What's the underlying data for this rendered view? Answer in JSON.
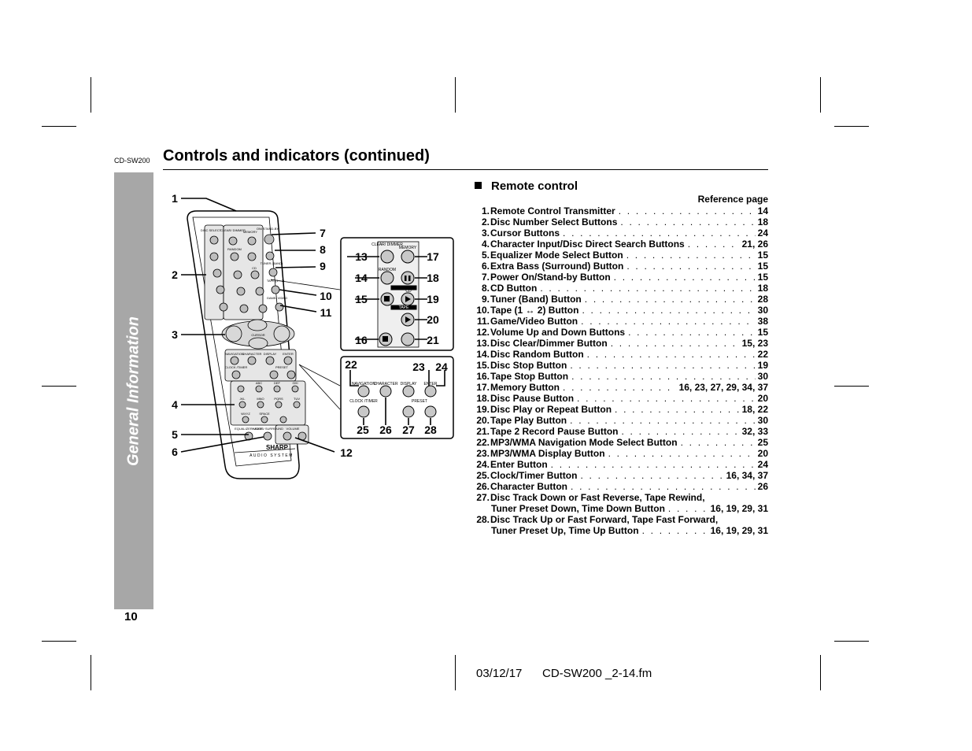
{
  "header": {
    "model": "CD-SW200",
    "title": "Controls and indicators (continued)"
  },
  "side_tab": {
    "label": "General Information"
  },
  "page_number": "10",
  "footer": {
    "date": "03/12/17",
    "file": "CD-SW200 _2-14.fm"
  },
  "section": {
    "heading": "Remote control",
    "ref_header": "Reference page"
  },
  "controls": [
    {
      "n": "1.",
      "name": "Remote Control Transmitter",
      "ref": "14"
    },
    {
      "n": "2.",
      "name": "Disc Number Select Buttons",
      "ref": "18"
    },
    {
      "n": "3.",
      "name": "Cursor Buttons",
      "ref": "24"
    },
    {
      "n": "4.",
      "name": "Character Input/Disc Direct Search Buttons",
      "ref": "21, 26"
    },
    {
      "n": "5.",
      "name": "Equalizer Mode Select Button",
      "ref": "15"
    },
    {
      "n": "6.",
      "name": "Extra Bass (Surround) Button",
      "ref": "15"
    },
    {
      "n": "7.",
      "name": "Power On/Stand-by Button",
      "ref": "15"
    },
    {
      "n": "8.",
      "name": "CD Button",
      "ref": "18"
    },
    {
      "n": "9.",
      "name": "Tuner (Band) Button",
      "ref": "28"
    },
    {
      "n": "10.",
      "name": "Tape (1 ↔ 2) Button",
      "ref": "30"
    },
    {
      "n": "11.",
      "name": "Game/Video Button",
      "ref": "38"
    },
    {
      "n": "12.",
      "name": "Volume Up and Down Buttons",
      "ref": "15"
    },
    {
      "n": "13.",
      "name": "Disc Clear/Dimmer Button",
      "ref": "15, 23"
    },
    {
      "n": "14.",
      "name": "Disc Random Button",
      "ref": "22"
    },
    {
      "n": "15.",
      "name": "Disc Stop Button",
      "ref": "19"
    },
    {
      "n": "16.",
      "name": "Tape Stop Button",
      "ref": "30"
    },
    {
      "n": "17.",
      "name": "Memory Button",
      "ref": "16, 23, 27, 29, 34, 37"
    },
    {
      "n": "18.",
      "name": "Disc Pause Button",
      "ref": "20"
    },
    {
      "n": "19.",
      "name": "Disc Play or Repeat Button",
      "ref": "18, 22"
    },
    {
      "n": "20.",
      "name": "Tape Play Button",
      "ref": "30"
    },
    {
      "n": "21.",
      "name": "Tape 2 Record Pause Button",
      "ref": "32, 33"
    },
    {
      "n": "22.",
      "name": "MP3/WMA Navigation Mode Select Button",
      "ref": "25"
    },
    {
      "n": "23.",
      "name": "MP3/WMA Display Button",
      "ref": "20"
    },
    {
      "n": "24.",
      "name": "Enter Button",
      "ref": "24"
    },
    {
      "n": "25.",
      "name": "Clock/Timer Button",
      "ref": "16, 34, 37"
    },
    {
      "n": "26.",
      "name": "Character Button",
      "ref": "26"
    },
    {
      "n": "27.",
      "name": "Disc Track Down or Fast Reverse, Tape Rewind,",
      "cont": "Tuner Preset Down, Time Down Button",
      "ref": "16, 19, 29, 31"
    },
    {
      "n": "28.",
      "name": "Disc Track Up or Fast Forward, Tape Fast Forward,",
      "cont": "Tuner Preset Up, Time Up Button",
      "ref": "16, 19, 29, 31"
    }
  ],
  "diagram": {
    "brand": "SHARP",
    "sub_brand": "AUDIO SYSTEM",
    "callouts": [
      "1",
      "2",
      "3",
      "4",
      "5",
      "6",
      "7",
      "8",
      "9",
      "10",
      "11",
      "12",
      "13",
      "14",
      "15",
      "16",
      "17",
      "18",
      "19",
      "20",
      "21",
      "22",
      "23",
      "24",
      "25",
      "26",
      "27",
      "28"
    ],
    "remote_labels": {
      "disc_select": "DISC SELECT",
      "clear_dimmer": "CLEAR/ DIMMER",
      "memory": "MEMORY",
      "on_standby": "ON/ STAND-BY",
      "random": "RANDOM",
      "cd": "CD",
      "tuner_band": "TUNER (BAND)",
      "tape": "TAPE (1↔2)",
      "game_video": "GAME/ VIDEO",
      "cursor": "CURSOR",
      "navigation": "NAVIGATION",
      "character": "CHARACTER",
      "display": "DISPLAY",
      "enter": "ENTER",
      "clock_timer": "CLOCK /TIMER",
      "preset": "PRESET",
      "equalizer": "EQUALIZER MODE",
      "xbass": "X-BASS/ SURROUND",
      "volume": "VOLUME",
      "abc": "ABC",
      "def": "DEF",
      "ghi": "GHI",
      "jkl": "JKL",
      "mno": "MNO",
      "pqrs": "PQRS",
      "tuv": "TUV",
      "wxyz": "WXYZ",
      "space": "SPACE"
    },
    "inset1_labels": {
      "clear_dimmer": "CLEAR/ DIMMER",
      "memory": "MEMORY",
      "random": "RANDOM",
      "cd": "CD",
      "tape": "TAPE"
    },
    "inset2_labels": {
      "navigation": "NAVIGATION",
      "character": "CHARACTER",
      "display": "DISPLAY",
      "enter": "ENTER",
      "clock_timer": "CLOCK /TIMER",
      "preset": "PRESET"
    }
  }
}
